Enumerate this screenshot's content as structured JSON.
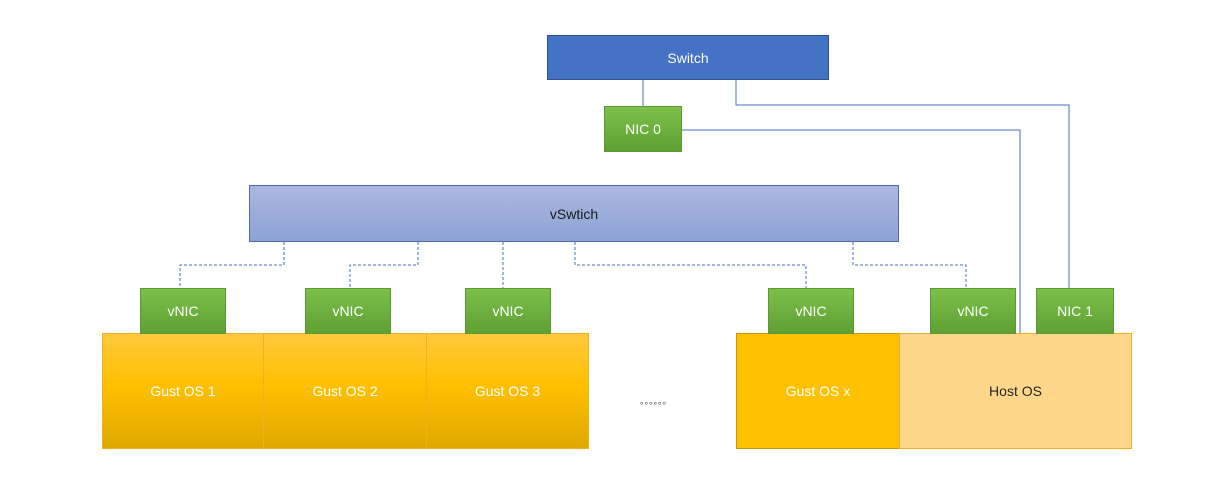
{
  "switch": {
    "label": "Switch"
  },
  "nic0": {
    "label": "NIC 0"
  },
  "vswitch": {
    "label": "vSwtich"
  },
  "vnics": [
    "vNIC",
    "vNIC",
    "vNIC",
    "vNIC",
    "vNIC"
  ],
  "nic1": {
    "label": "NIC 1"
  },
  "guests": [
    "Gust OS 1",
    "Gust OS 2",
    "Gust OS 3"
  ],
  "guest_x": {
    "label": "Gust OS x"
  },
  "host": {
    "label": "Host OS"
  },
  "ellipsis": "。。。。。。",
  "colors": {
    "switch": "#4472c4",
    "nic": "#70ad47",
    "vswitch": "#8faadc",
    "guest": "#ffc000",
    "host": "#ffd78a",
    "line": "#4472c4"
  }
}
